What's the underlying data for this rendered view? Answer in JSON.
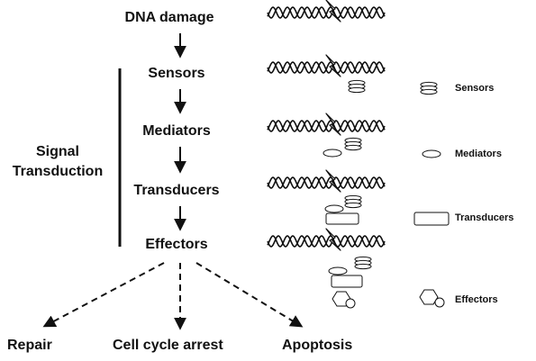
{
  "pathway": {
    "steps": [
      "DNA damage",
      "Sensors",
      "Mediators",
      "Transducers",
      "Effectors"
    ],
    "signal_label": [
      "Signal",
      "Transduction"
    ],
    "outcomes": [
      "Repair",
      "Cell cycle arrest",
      "Apoptosis"
    ]
  },
  "legend": {
    "sensors": "Sensors",
    "mediators": "Mediators",
    "transducers": "Transducers",
    "effectors": "Effectors"
  },
  "colors": {
    "ink": "#111111"
  }
}
